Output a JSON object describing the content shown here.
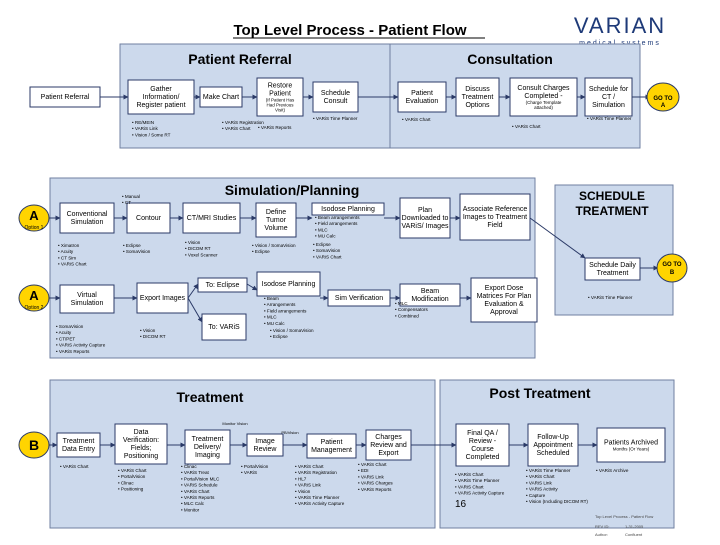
{
  "title": "Top Level Process - Patient Flow",
  "logo": {
    "brand": "VARIAN",
    "tagline": "medical systems"
  },
  "colors": {
    "panel": "#ccd9ec",
    "panel_border": "#6f7fa0",
    "box": "#ffffff",
    "box_border": "#2b3a67",
    "connector": "#2b3a67",
    "accent_oval": "#ffd400"
  },
  "sections": {
    "patient_referral": "Patient Referral",
    "consultation": "Consultation",
    "simulation_planning": "Simulation/Planning",
    "schedule_treatment": "SCHEDULE TREATMENT",
    "treatment": "Treatment",
    "post_treatment": "Post Treatment"
  },
  "ovals": {
    "a1": "A",
    "a1_sub": "Option 1",
    "a2": "A",
    "a2_sub": "Option 2",
    "b": "B",
    "goto_a": "GO TO A",
    "goto_b": "GO TO B"
  },
  "boxes": {
    "patient_referral": "Patient Referral",
    "gather_info": "Gather Information/ Register patient",
    "make_chart": "Make Chart",
    "restore_patient": "Restore Patient",
    "restore_patient_note": "(If Patient Has Had Previous Visit)",
    "schedule_consult": "Schedule Consult",
    "patient_evaluation": "Patient Evaluation",
    "discuss_options": "Discuss Treatment Options",
    "consult_charges": "Consult Charges Completed -",
    "consult_charges_note": "(Charge Template attached)",
    "schedule_ct": "Schedule for CT / Simulation",
    "conventional_sim": "Conventional Simulation",
    "contour": "Contour",
    "ct_mri": "CT/MRI Studies",
    "define_tumor": "Define Tumor Volume",
    "isodose_planning_1": "Isodose Planning",
    "plan_downloaded": "Plan Downloaded to VARiS/ Images",
    "associate_images": "Associate Reference Images to Treatment Field",
    "schedule_daily": "Schedule Daily Treatment",
    "virtual_sim": "Virtual Simulation",
    "export_images": "Export Images",
    "to_eclipse": "To: Eclipse",
    "to_varis": "To: VARiS",
    "isodose_planning_2": "Isodose Planning",
    "sim_verification": "Sim Verification",
    "beam_modification": "Beam Modification",
    "export_dose": "Export Dose Matrices For Plan Evaluation & Approval",
    "treatment_entry": "Treatment Data Entry",
    "data_verification": "Data Verification: Fields; Positioning",
    "treatment_delivery": "Treatment Delivery/ Imaging",
    "image_review": "Image Review",
    "patient_management": "Patient Management",
    "charges_review": "Charges Review and Export",
    "final_qa": "Final QA / Review - Course Completed",
    "follow_up": "Follow-Up Appointment Scheduled",
    "patients_archived": "Patients Archived",
    "patients_archived_note": "Months (Or Years)"
  },
  "notes": {
    "gather": [
      "RE/MEIN",
      "VARiS Link",
      "Vision / Some RT"
    ],
    "restore": [
      "VARiS Registration",
      "VARiS Chart"
    ],
    "schedule_consult": [
      "VARiS Reports"
    ],
    "schedule_note": [
      "VARiS Time Planner"
    ],
    "evaluation": [
      "VARiS Chart"
    ],
    "consult_charges": [
      "VARiS Chart"
    ],
    "schedule_ct": [
      "VARiS Time Planner"
    ],
    "contour_opts": [
      "Manual",
      "CT"
    ],
    "conv_sim": [
      "Ximatron",
      "Acuity",
      "CT Sim",
      "VARiS Chart"
    ],
    "contour": [
      "Eclipse",
      "SomaVision"
    ],
    "ctmri": [
      "Vision",
      "DICOM RT",
      "Voxel Scanner"
    ],
    "define_tumor": [
      "Vision / SomaVision",
      "Eclipse"
    ],
    "isodose1": [
      "Beam arrangements",
      "Field arrangements",
      "MLC",
      "MU Calc"
    ],
    "plan_down": [
      "Eclipse",
      "SomaVision",
      "VARiS Chart"
    ],
    "virtual_sim": [
      "SomaVision",
      "Acuity",
      "CT/PET",
      "VARiS Activity Capture",
      "VARiS Reports"
    ],
    "export_img": [
      "Vision",
      "DICOM RT"
    ],
    "isodose2": [
      "Beam",
      "Arrangements",
      "Field arrangements",
      "MLC",
      "MU Calc"
    ],
    "beam_mod": [
      "MLC",
      "Compensators",
      "Combined"
    ],
    "sim_verif": [
      "Vision / SomaVision",
      "Eclipse"
    ],
    "schedule_daily": [
      "VARiS Time Planner"
    ],
    "treat_entry": [
      "VARiS Chart"
    ],
    "data_verif": [
      "VARiS Chart",
      "PortalVision",
      "Clinac",
      "Positioning"
    ],
    "treat_deliv": [
      "Clinac",
      "VARiS Treat",
      "PortalVision MLC",
      "VARiS Schedule",
      "VARiS Chart",
      "VARiS Reports",
      "MLC Calc",
      "Monitor"
    ],
    "image_rev": [
      "PortalVision",
      "VARiS"
    ],
    "patient_mgmt": [
      "VARiS Chart",
      "VARiS Registration",
      "HL7",
      "VARiS Link",
      "Vision",
      "VARiS Time Planner",
      "VARiS Activity Capture"
    ],
    "charges": [
      "VARiS Chart",
      "EDI",
      "VARiS Link",
      "VARiS Charges",
      "VARiS Reports"
    ],
    "final_qa": [
      "VARiS Chart",
      "VARiS Time Planner",
      "VARiS Chart",
      "VARiS Activity Capture"
    ],
    "follow_up": [
      "VARiS Time Planner",
      "VARiS Chart",
      "VARiS Link",
      "VARiS Activity",
      "Capture",
      "Vision (Including DICOM RT)"
    ],
    "archived": [
      "VARiS Archive"
    ],
    "monitor1": "Monitor Vision",
    "monitor2": "PB/Vision"
  },
  "page_number": "16",
  "footer": {
    "line1": "Top Level Process - Patient Flow",
    "rev_label": "REV ID:",
    "rev_date": "1-31-2005",
    "author_label": "Author:",
    "author": "Confluent"
  }
}
